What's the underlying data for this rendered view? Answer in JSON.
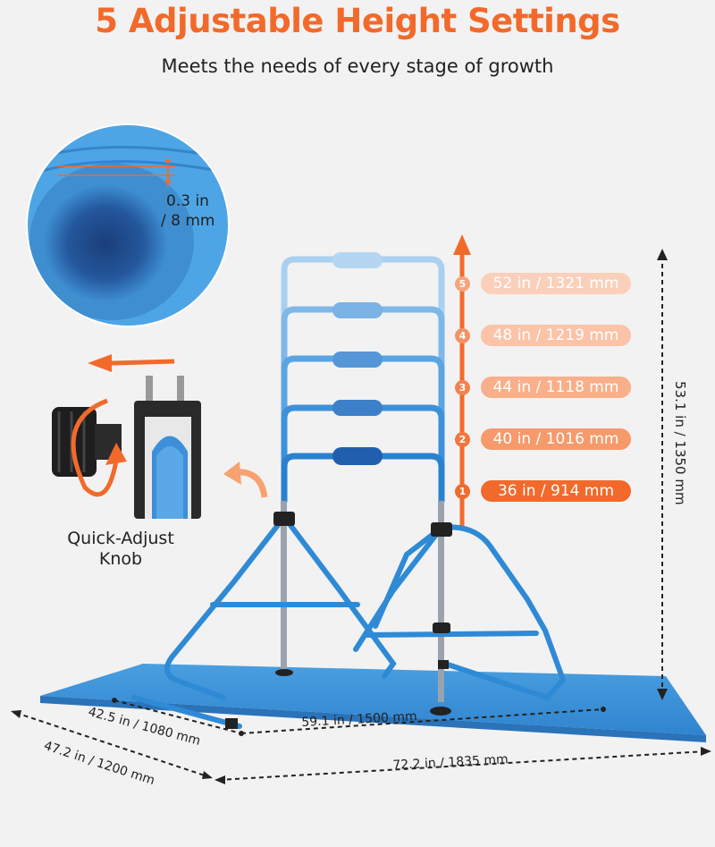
{
  "header": {
    "title": "5 Adjustable Height Settings",
    "subtitle": "Meets the needs of every stage of growth"
  },
  "mat": {
    "thickness_label_1": "0.3 in",
    "thickness_label_2": "/ 8 mm"
  },
  "knob": {
    "label_line1": "Quick-Adjust",
    "label_line2": "Knob"
  },
  "heights": [
    {
      "number": "5",
      "label": "52 in / 1321 mm"
    },
    {
      "number": "4",
      "label": "48 in / 1219 mm"
    },
    {
      "number": "3",
      "label": "44 in / 1118 mm"
    },
    {
      "number": "2",
      "label": "40 in / 1016 mm"
    },
    {
      "number": "1",
      "label": "36 in / 914 mm"
    }
  ],
  "dimensions": {
    "total_height": "53.1 in / 1350 mm",
    "inner_depth": "42.5 in / 1080 mm",
    "inner_width": "59.1 in / 1500 mm",
    "mat_depth": "47.2 in / 1200 mm",
    "mat_width": "72.2 in / 1835 mm"
  },
  "colors": {
    "accent": "#f26a2b",
    "frame_blue": "#2f8ad6",
    "mat_blue": "#3f95db"
  }
}
